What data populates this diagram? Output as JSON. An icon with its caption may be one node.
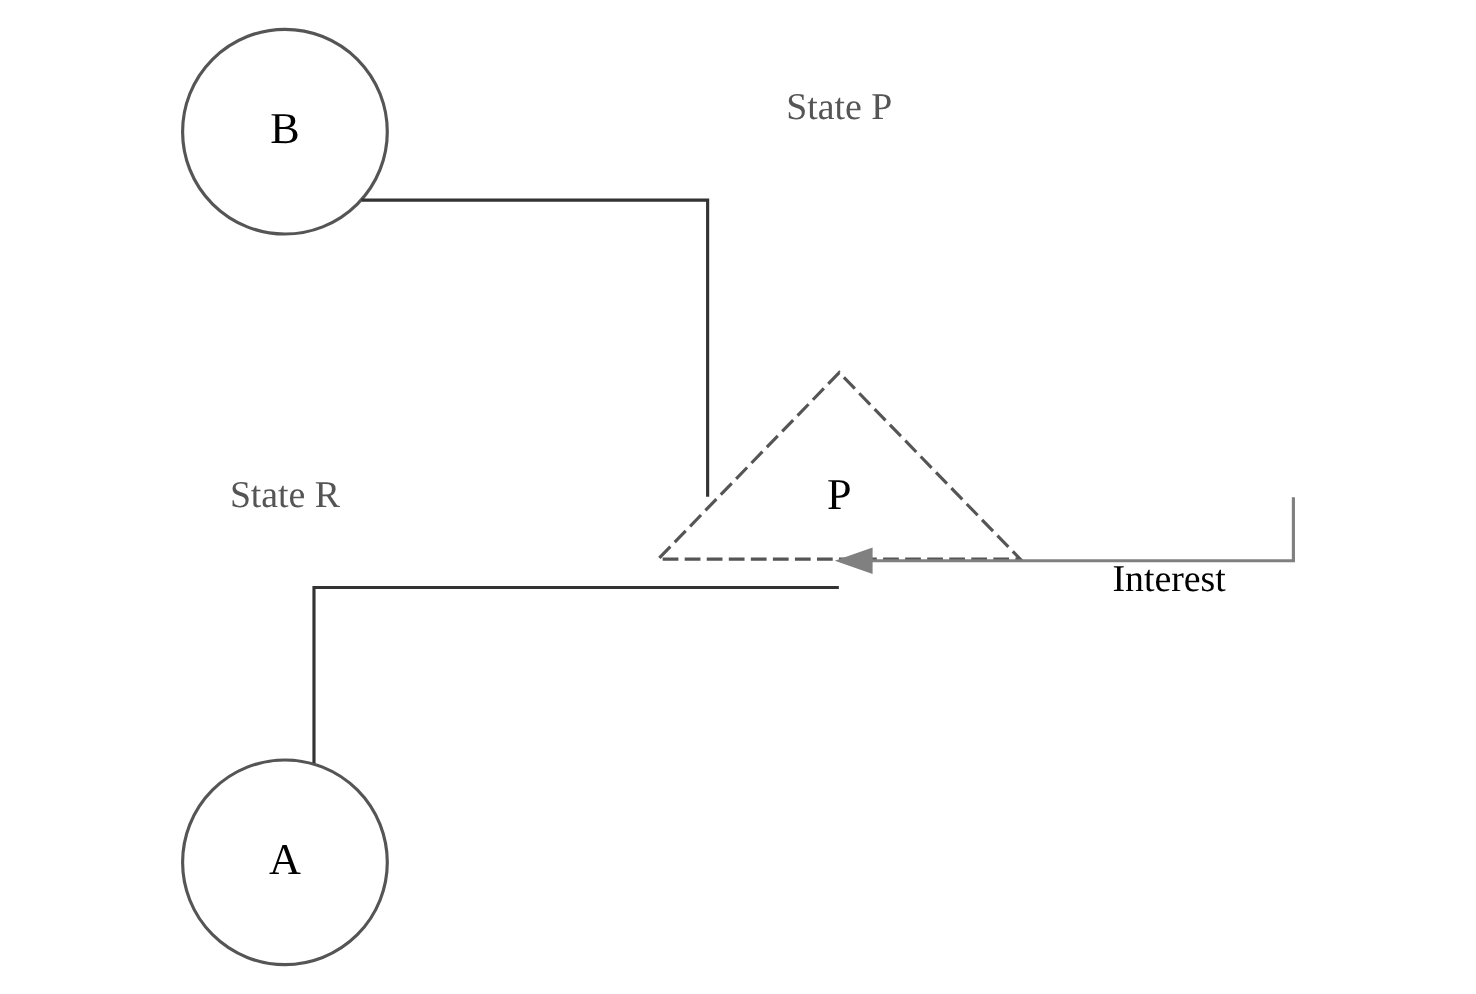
{
  "diagram": {
    "nodes": [
      {
        "text": [
          "A"
        ]
      },
      {
        "text": [
          "B"
        ]
      },
      {
        "text": [
          "P"
        ]
      }
    ],
    "edges": [
      {
        "from": 0,
        "to": 2,
        "arrow": "none"
      },
      {
        "from": 1,
        "to": 2,
        "arrow": "none"
      },
      {
        "from": null,
        "to": 2,
        "arrow": "to",
        "label": "Interest",
        "color": "#808080"
      }
    ],
    "labels": [
      "State R",
      "State P"
    ]
  }
}
